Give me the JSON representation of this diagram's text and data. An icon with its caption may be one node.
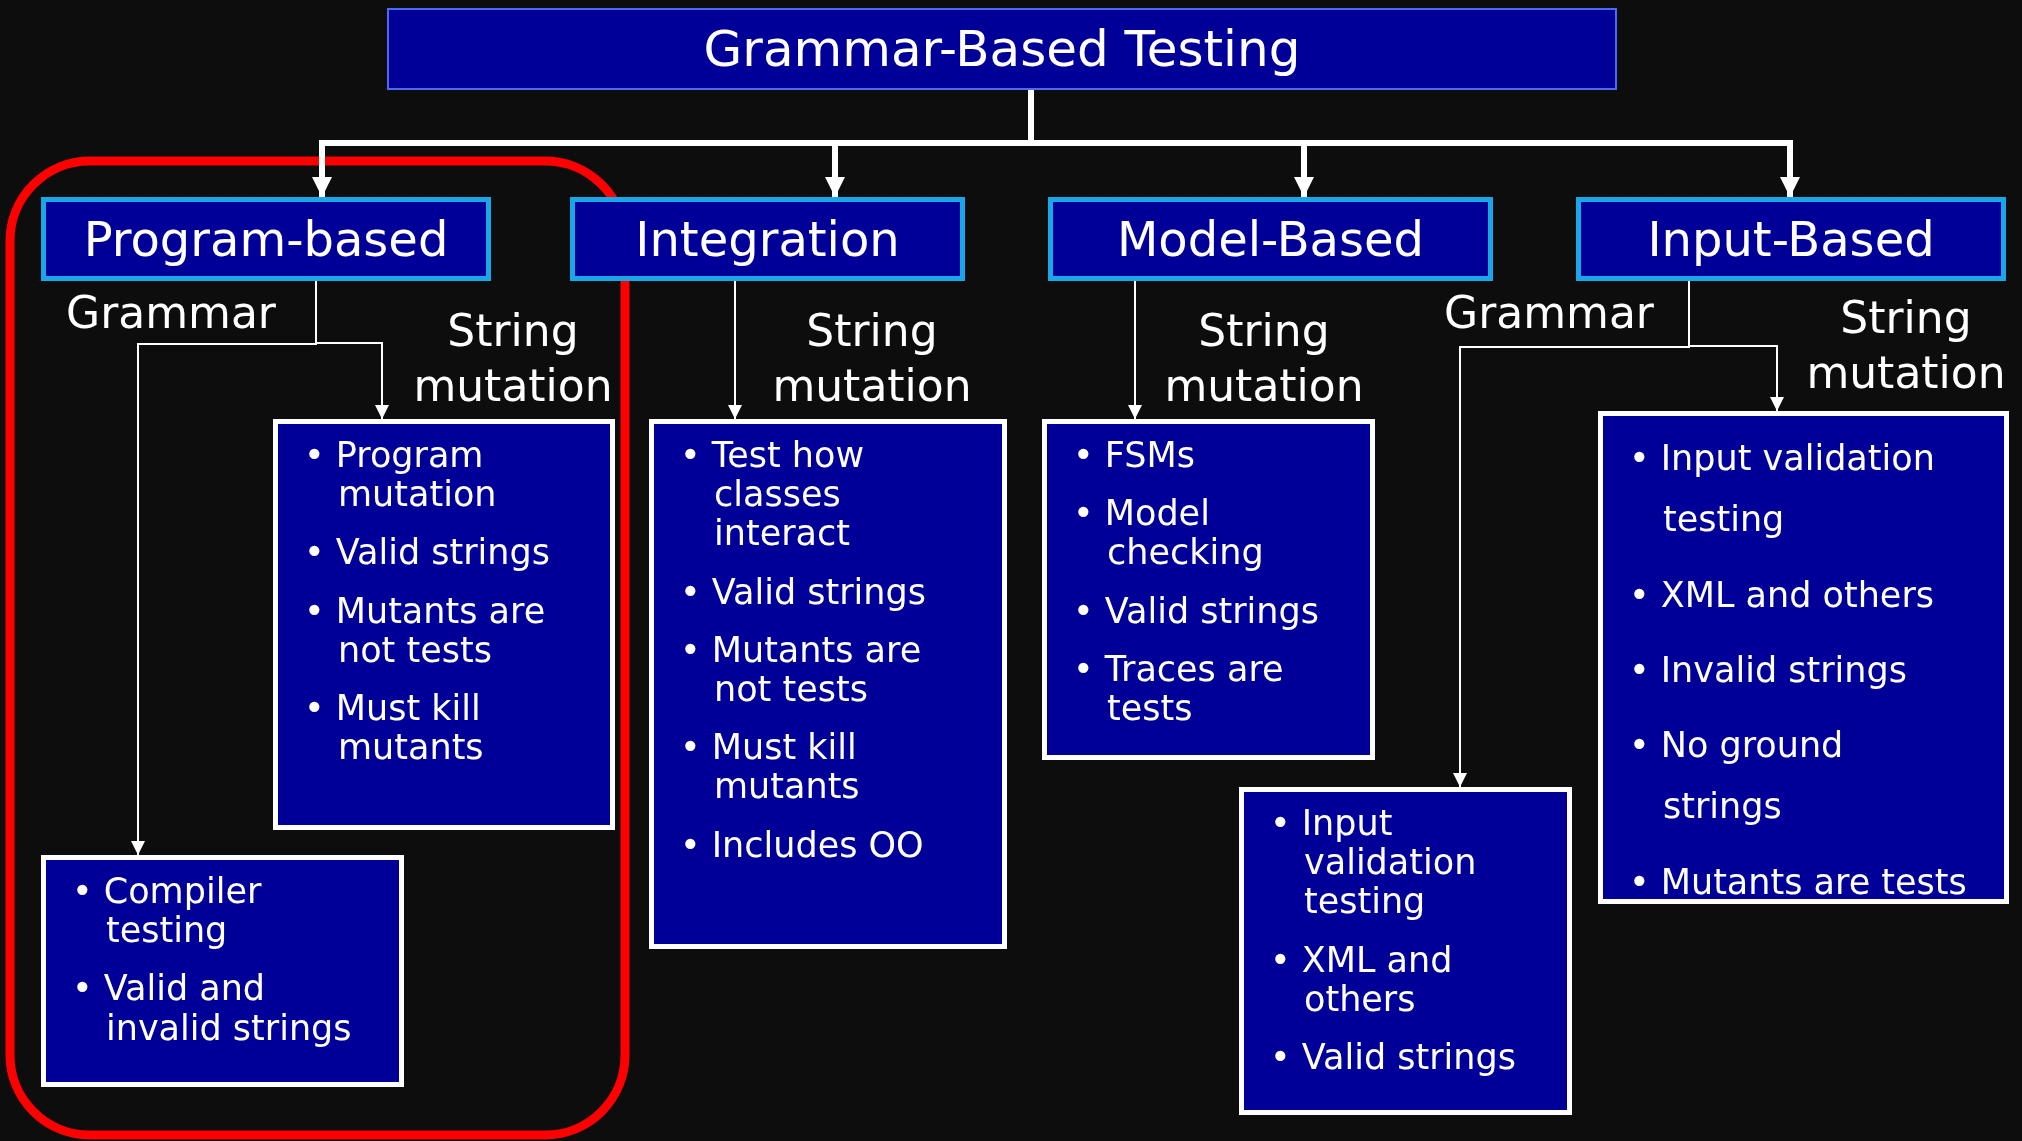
{
  "diagram": {
    "nodes": [
      {
        "text": [
          "Grammar-Based Testing"
        ]
      },
      {
        "text": [
          "Program-based"
        ]
      },
      {
        "text": [
          "Integration"
        ]
      },
      {
        "text": [
          "Model-Based"
        ]
      },
      {
        "text": [
          "Input-Based"
        ]
      },
      {
        "text": [
          "• Program mutation",
          "• Valid strings",
          "• Mutants are not tests",
          "• Must kill mutants"
        ]
      },
      {
        "text": [
          "• Compiler testing",
          "• Valid and invalid strings"
        ]
      },
      {
        "text": [
          "• Test how classes interact",
          "• Valid strings",
          "• Mutants are not tests",
          "• Must kill mutants",
          "• Includes OO"
        ]
      },
      {
        "text": [
          "• FSMs",
          "• Model checking",
          "• Valid strings",
          "• Traces are tests"
        ]
      },
      {
        "text": [
          "• Input validation testing",
          "• XML and others",
          "• Valid strings"
        ]
      },
      {
        "text": [
          "• Input validation testing",
          "• XML and others",
          "• Invalid strings",
          "• No ground strings",
          "• Mutants are tests"
        ]
      }
    ],
    "edges": [
      {
        "from": 0,
        "to": 1,
        "arrow": "to",
        "style": "thick"
      },
      {
        "from": 0,
        "to": 2,
        "arrow": "to",
        "style": "thick"
      },
      {
        "from": 0,
        "to": 3,
        "arrow": "to",
        "style": "thick"
      },
      {
        "from": 0,
        "to": 4,
        "arrow": "to",
        "style": "thick"
      },
      {
        "from": 1,
        "to": 6,
        "arrow": "to",
        "label": "Grammar"
      },
      {
        "from": 1,
        "to": 5,
        "arrow": "to",
        "label": "String mutation"
      },
      {
        "from": 2,
        "to": 7,
        "arrow": "to",
        "label": "String mutation"
      },
      {
        "from": 3,
        "to": 8,
        "arrow": "to",
        "label": "String mutation"
      },
      {
        "from": 4,
        "to": 9,
        "arrow": "to",
        "label": "Grammar"
      },
      {
        "from": 4,
        "to": 10,
        "arrow": "to",
        "label": "String mutation"
      }
    ]
  }
}
